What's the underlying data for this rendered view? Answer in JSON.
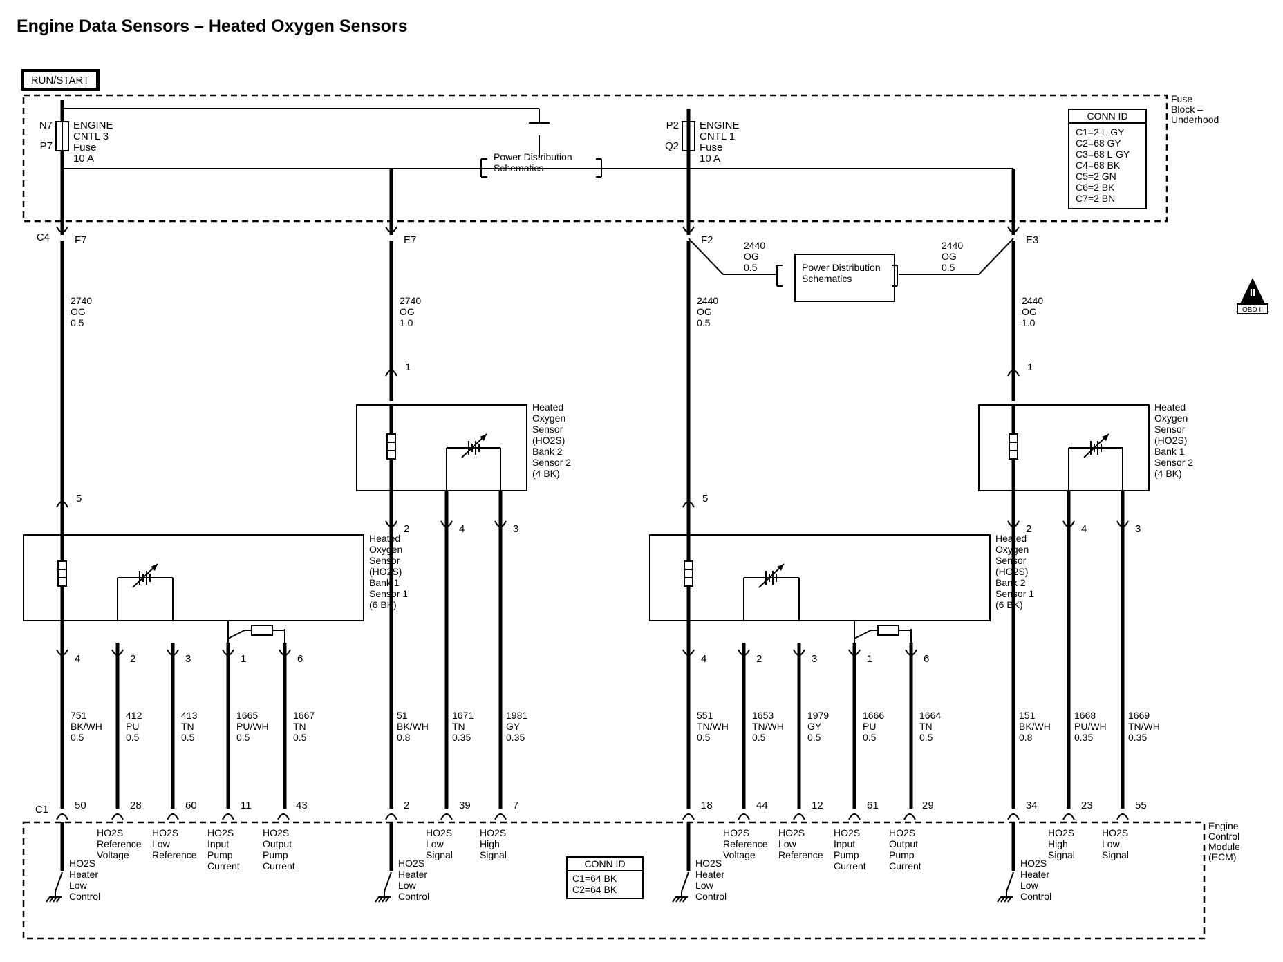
{
  "title": "Engine Data Sensors – Heated Oxygen Sensors",
  "run_start": "RUN/START",
  "fuse_block": {
    "name": [
      "Fuse",
      "Block –",
      "Underhood"
    ],
    "conn_id_title": "CONN ID",
    "conn_ids": [
      "C1=2 L-GY",
      "C2=68 GY",
      "C3=68 L-GY",
      "C4=68 BK",
      "C5=2 GN",
      "C6=2 BK",
      "C7=2 BN"
    ],
    "fuses": [
      {
        "top_pin": "N7",
        "bottom_pin": "P7",
        "lines": [
          "ENGINE",
          "CNTL 3",
          "Fuse",
          "10 A"
        ]
      },
      {
        "top_pin": "P2",
        "bottom_pin": "Q2",
        "lines": [
          "ENGINE",
          "CNTL 1",
          "Fuse",
          "10 A"
        ]
      }
    ],
    "power_dist": [
      "Power Distribution",
      "Schematics"
    ]
  },
  "fuse_connectors": [
    {
      "conn": "C4",
      "pin": "F7"
    },
    {
      "conn": "",
      "pin": "E7"
    },
    {
      "conn": "",
      "pin": "F2"
    },
    {
      "conn": "",
      "pin": "E3"
    }
  ],
  "splice_power_dist": [
    "Power Distribution",
    "Schematics"
  ],
  "splice_wires": [
    {
      "circuit": "2440",
      "color": "OG",
      "size": "0.5"
    },
    {
      "circuit": "2440",
      "color": "OG",
      "size": "0.5"
    }
  ],
  "supply_wires": [
    {
      "circuit": "2740",
      "color": "OG",
      "size": "0.5"
    },
    {
      "circuit": "2740",
      "color": "OG",
      "size": "1.0"
    },
    {
      "circuit": "2440",
      "color": "OG",
      "size": "0.5"
    },
    {
      "circuit": "2440",
      "color": "OG",
      "size": "1.0"
    }
  ],
  "sensors": [
    {
      "lines": [
        "Heated",
        "Oxygen",
        "Sensor",
        "(HO2S)",
        "Bank 1",
        "Sensor 1",
        "(6 BK)"
      ],
      "heater_pin": "5"
    },
    {
      "lines": [
        "Heated",
        "Oxygen",
        "Sensor",
        "(HO2S)",
        "Bank 2",
        "Sensor 2",
        "(4 BK)"
      ],
      "heater_pin": "1"
    },
    {
      "lines": [
        "Heated",
        "Oxygen",
        "Sensor",
        "(HO2S)",
        "Bank 2",
        "Sensor 1",
        "(6 BK)"
      ],
      "heater_pin": "5"
    },
    {
      "lines": [
        "Heated",
        "Oxygen",
        "Sensor",
        "(HO2S)",
        "Bank 1",
        "Sensor 2",
        "(4 BK)"
      ],
      "heater_pin": "1"
    }
  ],
  "ecm_wires": [
    {
      "sensor_pin": "4",
      "circuit": "751",
      "color": "BK/WH",
      "size": "0.5",
      "ecm_pin": "50",
      "name": []
    },
    {
      "sensor_pin": "2",
      "circuit": "412",
      "color": "PU",
      "size": "0.5",
      "ecm_pin": "28",
      "name": [
        "HO2S",
        "Reference",
        "Voltage"
      ]
    },
    {
      "sensor_pin": "3",
      "circuit": "413",
      "color": "TN",
      "size": "0.5",
      "ecm_pin": "60",
      "name": [
        "HO2S",
        "Low",
        "Reference"
      ]
    },
    {
      "sensor_pin": "1",
      "circuit": "1665",
      "color": "PU/WH",
      "size": "0.5",
      "ecm_pin": "11",
      "name": [
        "HO2S",
        "Input",
        "Pump",
        "Current"
      ]
    },
    {
      "sensor_pin": "6",
      "circuit": "1667",
      "color": "TN",
      "size": "0.5",
      "ecm_pin": "43",
      "name": [
        "HO2S",
        "Output",
        "Pump",
        "Current"
      ]
    },
    {
      "sensor_pin": "2",
      "circuit": "51",
      "color": "BK/WH",
      "size": "0.8",
      "ecm_pin": "2",
      "name": []
    },
    {
      "sensor_pin": "4",
      "circuit": "1671",
      "color": "TN",
      "size": "0.35",
      "ecm_pin": "39",
      "name": [
        "HO2S",
        "Low",
        "Signal"
      ]
    },
    {
      "sensor_pin": "3",
      "circuit": "1981",
      "color": "GY",
      "size": "0.35",
      "ecm_pin": "7",
      "name": [
        "HO2S",
        "High",
        "Signal"
      ]
    },
    {
      "sensor_pin": "4",
      "circuit": "551",
      "color": "TN/WH",
      "size": "0.5",
      "ecm_pin": "18",
      "name": []
    },
    {
      "sensor_pin": "2",
      "circuit": "1653",
      "color": "TN/WH",
      "size": "0.5",
      "ecm_pin": "44",
      "name": [
        "HO2S",
        "Reference",
        "Voltage"
      ]
    },
    {
      "sensor_pin": "3",
      "circuit": "1979",
      "color": "GY",
      "size": "0.5",
      "ecm_pin": "12",
      "name": [
        "HO2S",
        "Low",
        "Reference"
      ]
    },
    {
      "sensor_pin": "1",
      "circuit": "1666",
      "color": "PU",
      "size": "0.5",
      "ecm_pin": "61",
      "name": [
        "HO2S",
        "Input",
        "Pump",
        "Current"
      ]
    },
    {
      "sensor_pin": "6",
      "circuit": "1664",
      "color": "TN",
      "size": "0.5",
      "ecm_pin": "29",
      "name": [
        "HO2S",
        "Output",
        "Pump",
        "Current"
      ]
    },
    {
      "sensor_pin": "2",
      "circuit": "151",
      "color": "BK/WH",
      "size": "0.8",
      "ecm_pin": "34",
      "name": []
    },
    {
      "sensor_pin": "4",
      "circuit": "1668",
      "color": "PU/WH",
      "size": "0.35",
      "ecm_pin": "23",
      "name": [
        "HO2S",
        "High",
        "Signal"
      ]
    },
    {
      "sensor_pin": "3",
      "circuit": "1669",
      "color": "TN/WH",
      "size": "0.35",
      "ecm_pin": "55",
      "name": [
        "HO2S",
        "Low",
        "Signal"
      ]
    }
  ],
  "ecm": {
    "conn": "C1",
    "name": [
      "Engine",
      "Control",
      "Module",
      "(ECM)"
    ],
    "heater_label": [
      "HO2S",
      "Heater",
      "Low",
      "Control"
    ],
    "conn_id_title": "CONN ID",
    "conn_ids": [
      "C1=64 BK",
      "C2=64 BK"
    ]
  },
  "obd_badge": {
    "symbol": "II",
    "text": "OBD II"
  }
}
